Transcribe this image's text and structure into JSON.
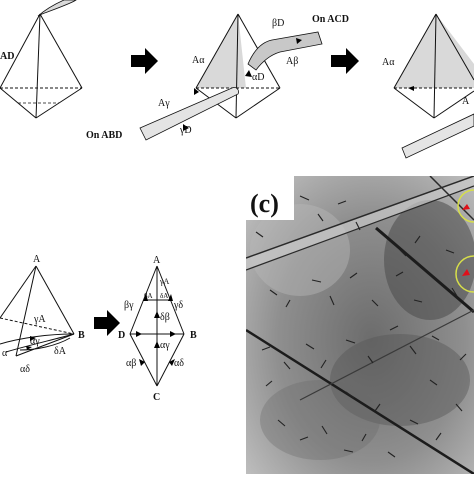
{
  "panel_b": {
    "tetra1": {
      "label_AD": "AD"
    },
    "tetra2": {
      "label_Aalpha": "Aα",
      "label_betaD": "βD",
      "label_Abeta": "Aβ",
      "label_alphaD": "αD",
      "label_Agamma": "Aγ",
      "label_gammaD": "γD",
      "on_ACD": "On ACD",
      "on_ABD": "On ABD"
    },
    "tetra3": {
      "label_Aalpha": "Aα",
      "label_partial": "A"
    }
  },
  "panel_bottom": {
    "diagram1": {
      "A": "A",
      "B": "B",
      "gammaA": "γA",
      "alphagamma": "αγ",
      "alphadelta": "αδ",
      "deltaA": "δA",
      "alpha_left": "α"
    },
    "diagram2": {
      "A": "A",
      "B": "B",
      "C": "C",
      "D": "D",
      "gammaA": "γA",
      "betaA": "βA",
      "deltaA": "δA",
      "betagamma": "βγ",
      "gammadelta": "γδ",
      "deltabeta": "δβ",
      "alphagamma": "αγ",
      "alphabeta": "αβ",
      "alphadelta": "αδ"
    }
  },
  "panel_c": {
    "label": "(c)"
  },
  "colors": {
    "face_fill": "#d9d9d9",
    "arrow": "#000000",
    "highlight_circle": "#d7df4a",
    "marker_red": "#e0101a"
  }
}
